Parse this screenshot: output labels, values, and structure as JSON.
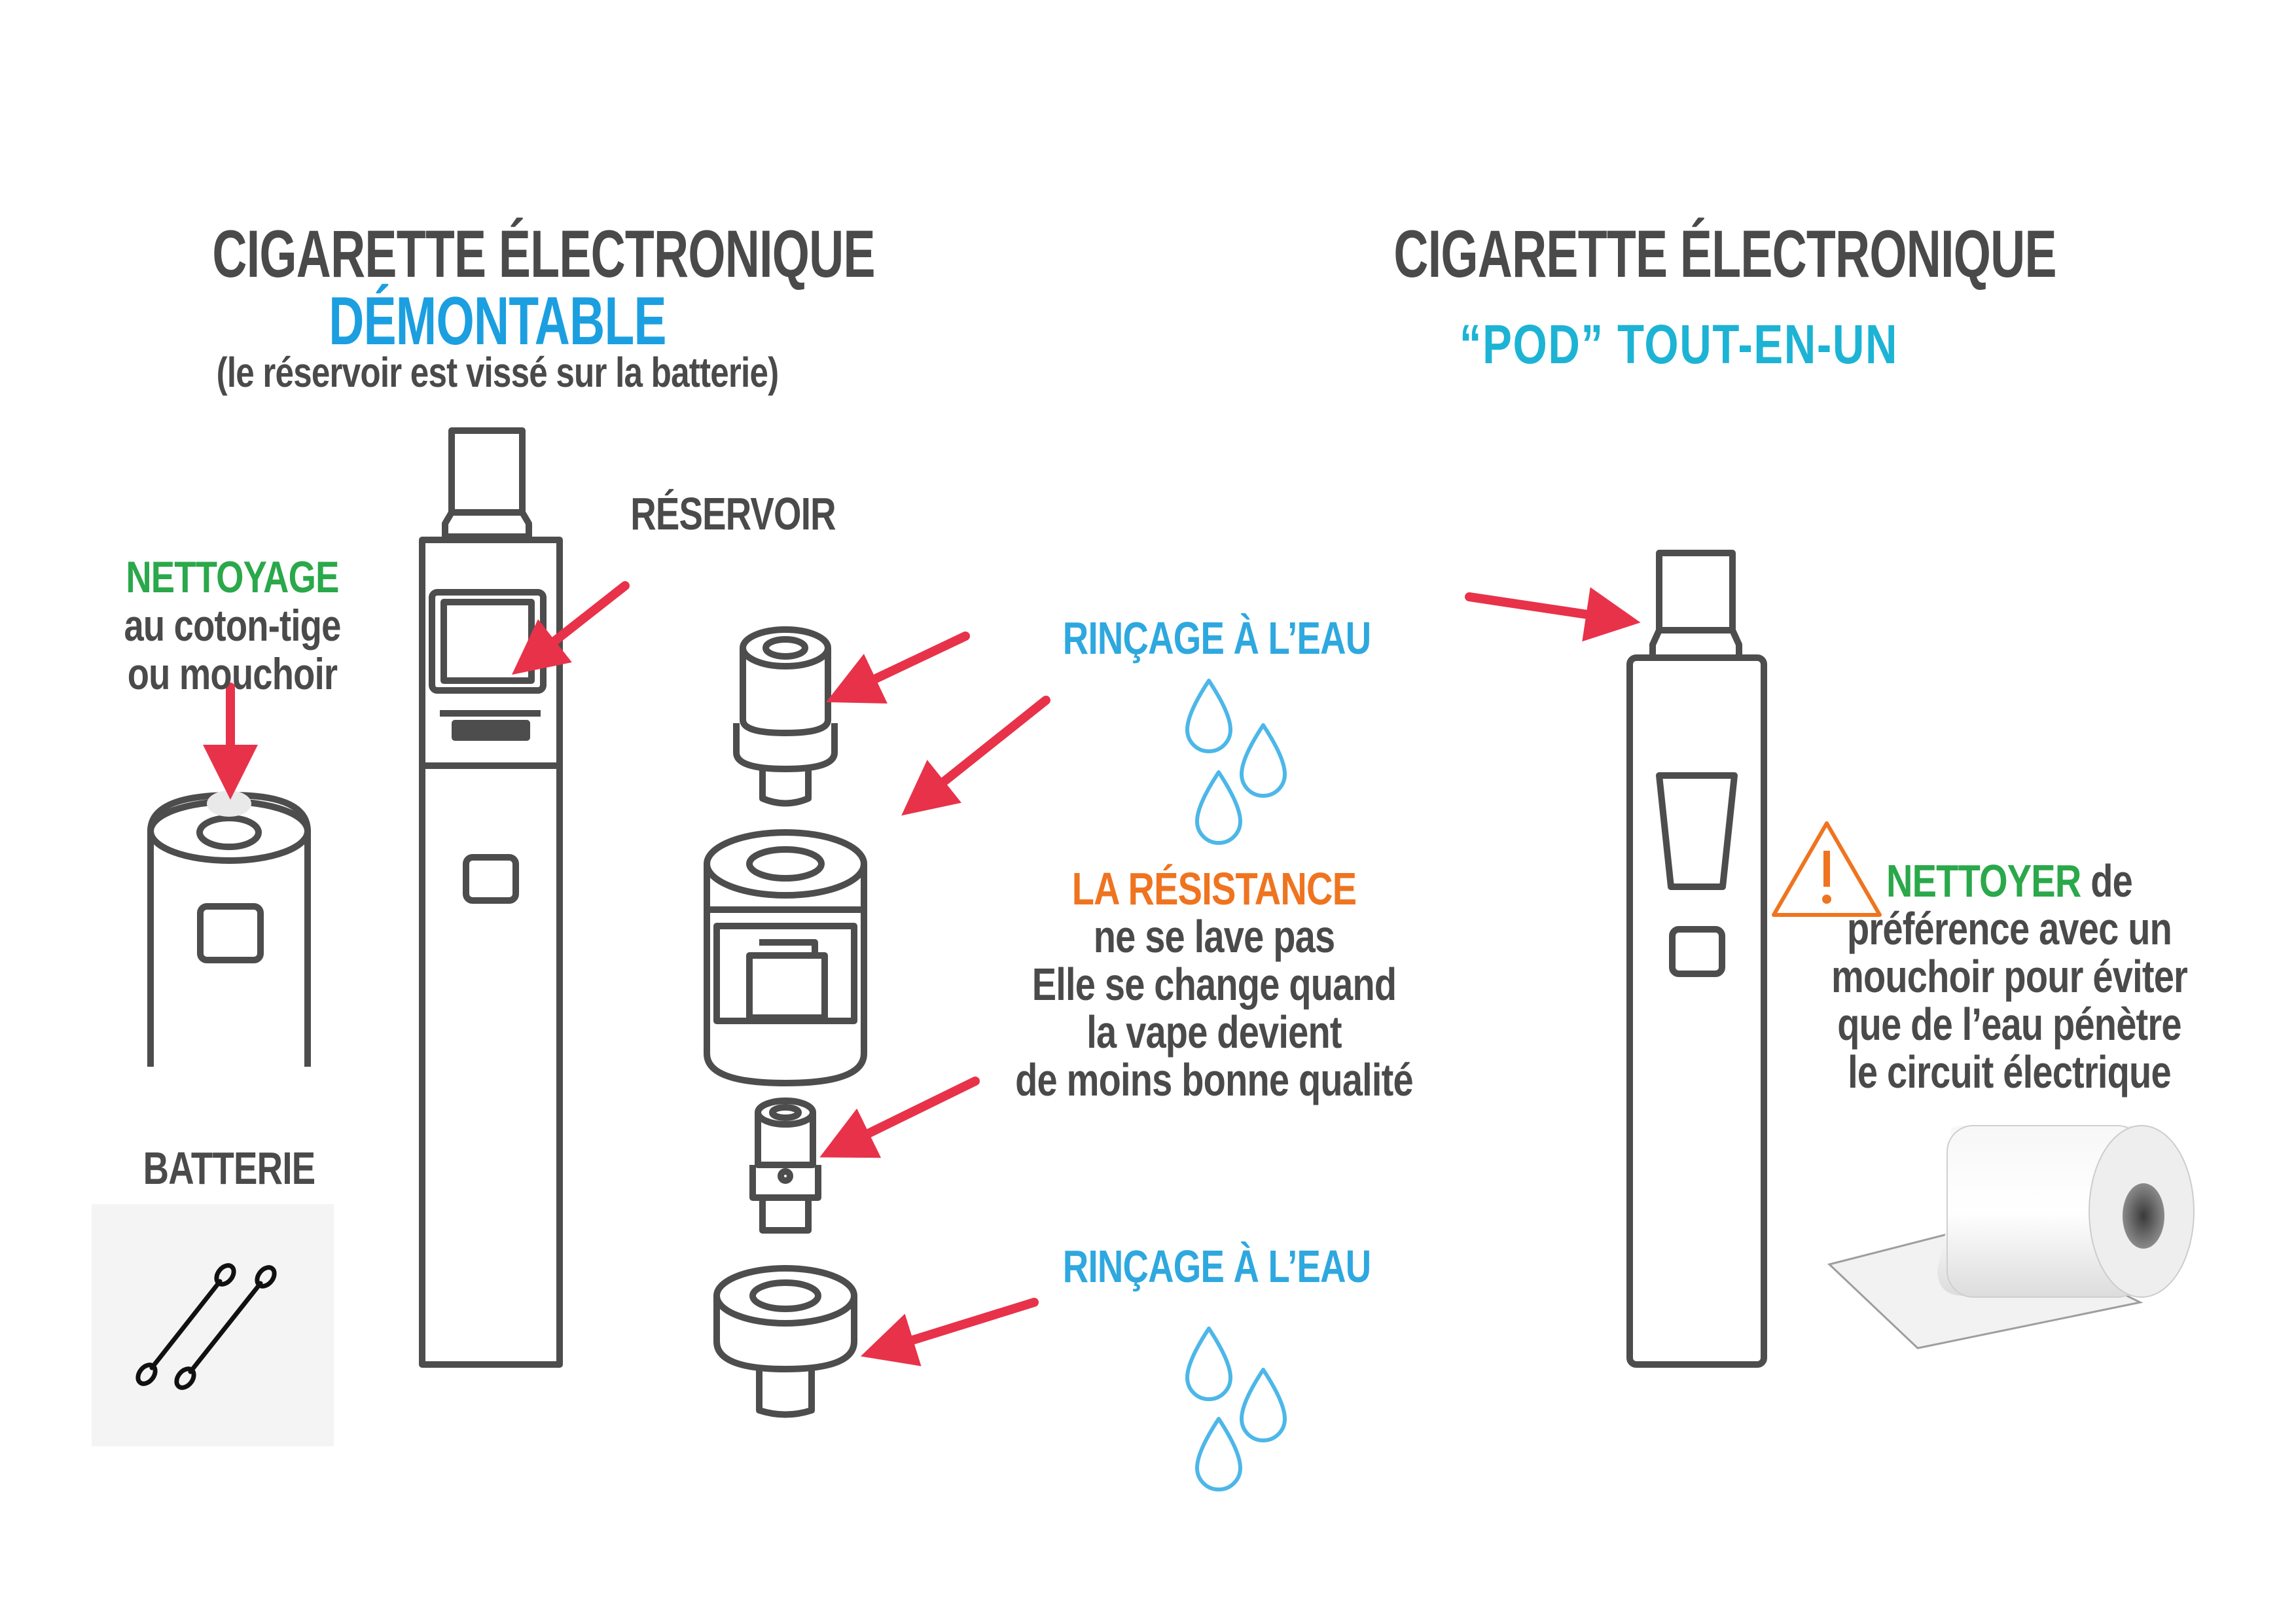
{
  "left_title": {
    "line1": "CIGARETTE ÉLECTRONIQUE",
    "line2": "DÉMONTABLE",
    "line3": "(le réservoir est vissé sur la batterie)"
  },
  "right_title": {
    "line1": "CIGARETTE ÉLECTRONIQUE",
    "line2": "“POD” TOUT-EN-UN"
  },
  "labels": {
    "reservoir": "RÉSERVOIR",
    "batterie": "BATTERIE",
    "nettoyage": "NETTOYAGE",
    "nettoyage_l2": "au coton-tige",
    "nettoyage_l3": "ou mouchoir",
    "rincage_top": "RINÇAGE À L’EAU",
    "rincage_bottom": "RINÇAGE À L’EAU",
    "resistance_title": "LA RÉSISTANCE",
    "resistance_l1": "ne se lave pas",
    "resistance_l2": "Elle se change quand",
    "resistance_l3": "la vape devient",
    "resistance_l4": "de moins bonne qualité",
    "nettoyer": "NETTOYER",
    "nettoyer_rest": " de",
    "nettoyer_l2": "préférence avec un",
    "nettoyer_l3": "mouchoir pour éviter",
    "nettoyer_l4": "que de l’eau pénètre",
    "nettoyer_l5": "le circuit électrique"
  },
  "colors": {
    "dark_text": "#4a4a4a",
    "demontable_blue": "#1b9fe0",
    "pod_teal": "#1db3d4",
    "green": "#2aa84a",
    "orange": "#ef7420",
    "arrow_red": "#e8324a",
    "outline": "#4d4d4d",
    "water_blue": "#4cb7e8"
  },
  "icons": [
    "cotton-swab-icon",
    "warning-triangle-icon",
    "water-drop-icon",
    "paper-towel-roll-icon"
  ]
}
